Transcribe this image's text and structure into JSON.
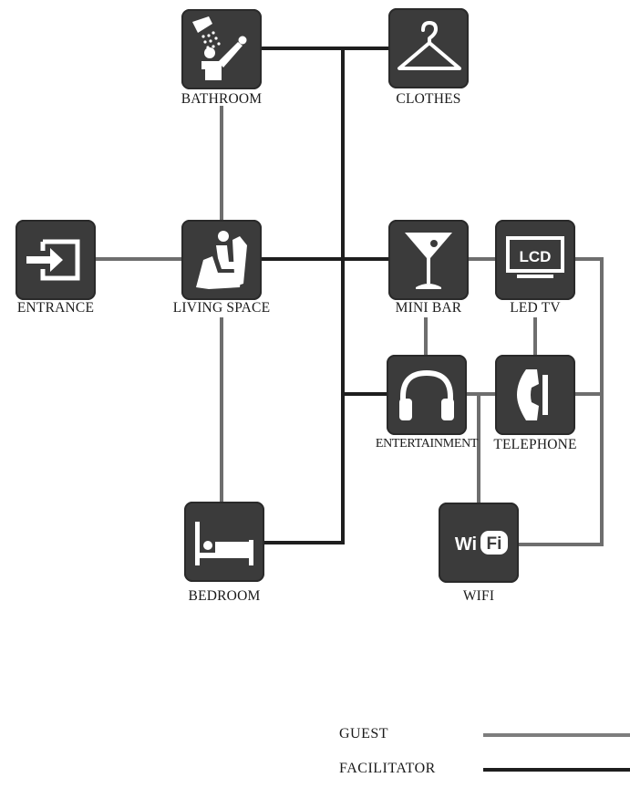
{
  "colors": {
    "guest_line": "#7d7d7d",
    "facilitator_line": "#1e1e1e",
    "node_fill": "#3b3b3b",
    "icon": "#ffffff"
  },
  "nodes": {
    "bathroom": {
      "label": "BATHROOM",
      "icon": "shower-icon"
    },
    "clothes": {
      "label": "CLOTHES",
      "icon": "hanger-icon"
    },
    "entrance": {
      "label": "ENTRANCE",
      "icon": "entrance-icon"
    },
    "living_space": {
      "label": "LIVING SPACE",
      "icon": "armchair-person-icon"
    },
    "mini_bar": {
      "label": "MINI BAR",
      "icon": "cocktail-glass-icon"
    },
    "led_tv": {
      "label": "LED TV",
      "icon": "lcd-tv-icon",
      "screen_text": "LCD"
    },
    "entertainment": {
      "label": "ENTERTAINMENT",
      "icon": "headphones-icon"
    },
    "telephone": {
      "label": "TELEPHONE",
      "icon": "telephone-icon"
    },
    "bedroom": {
      "label": "BEDROOM",
      "icon": "bed-icon"
    },
    "wifi": {
      "label": "WIFI",
      "icon": "wifi-icon",
      "badge_text_left": "Wi",
      "badge_text_right": "Fi"
    }
  },
  "legend": {
    "guest": "GUEST",
    "facilitator": "FACILITATOR"
  }
}
